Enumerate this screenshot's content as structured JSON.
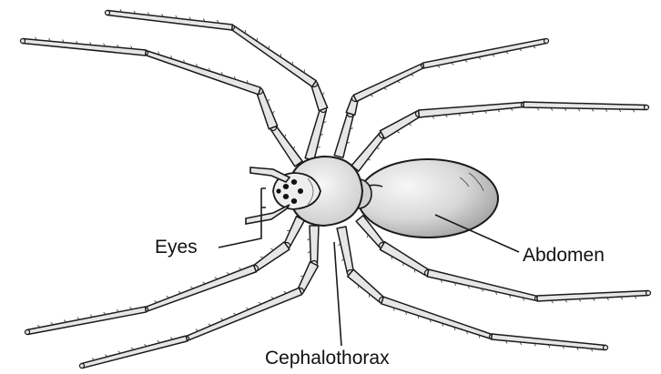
{
  "diagram": {
    "labels": {
      "eyes": "Eyes",
      "abdomen": "Abdomen",
      "cephalothorax": "Cephalothorax"
    },
    "colors": {
      "outline": "#1a1a1a",
      "body_light": "#f2f2f2",
      "body_shade": "#bdbdbd",
      "leg_fill": "#e6e6e6"
    }
  }
}
